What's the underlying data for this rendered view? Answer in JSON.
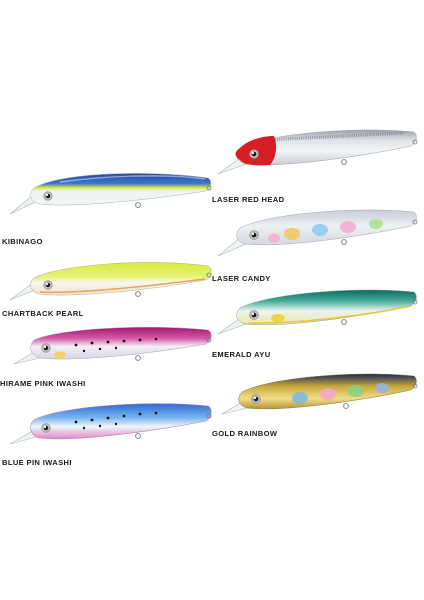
{
  "lures": [
    {
      "name": "KIBINAGO"
    },
    {
      "name": "CHARTBACK PEARL"
    },
    {
      "name": "HIRAME PINK IWASHI"
    },
    {
      "name": "BLUE PIN IWASHI"
    },
    {
      "name": "LASER RED HEAD"
    },
    {
      "name": "LASER CANDY"
    },
    {
      "name": "EMERALD AYU"
    },
    {
      "name": "GOLD RAINBOW"
    }
  ],
  "colors": {
    "background": "#ffffff",
    "label_text": "#1a1a1a"
  }
}
